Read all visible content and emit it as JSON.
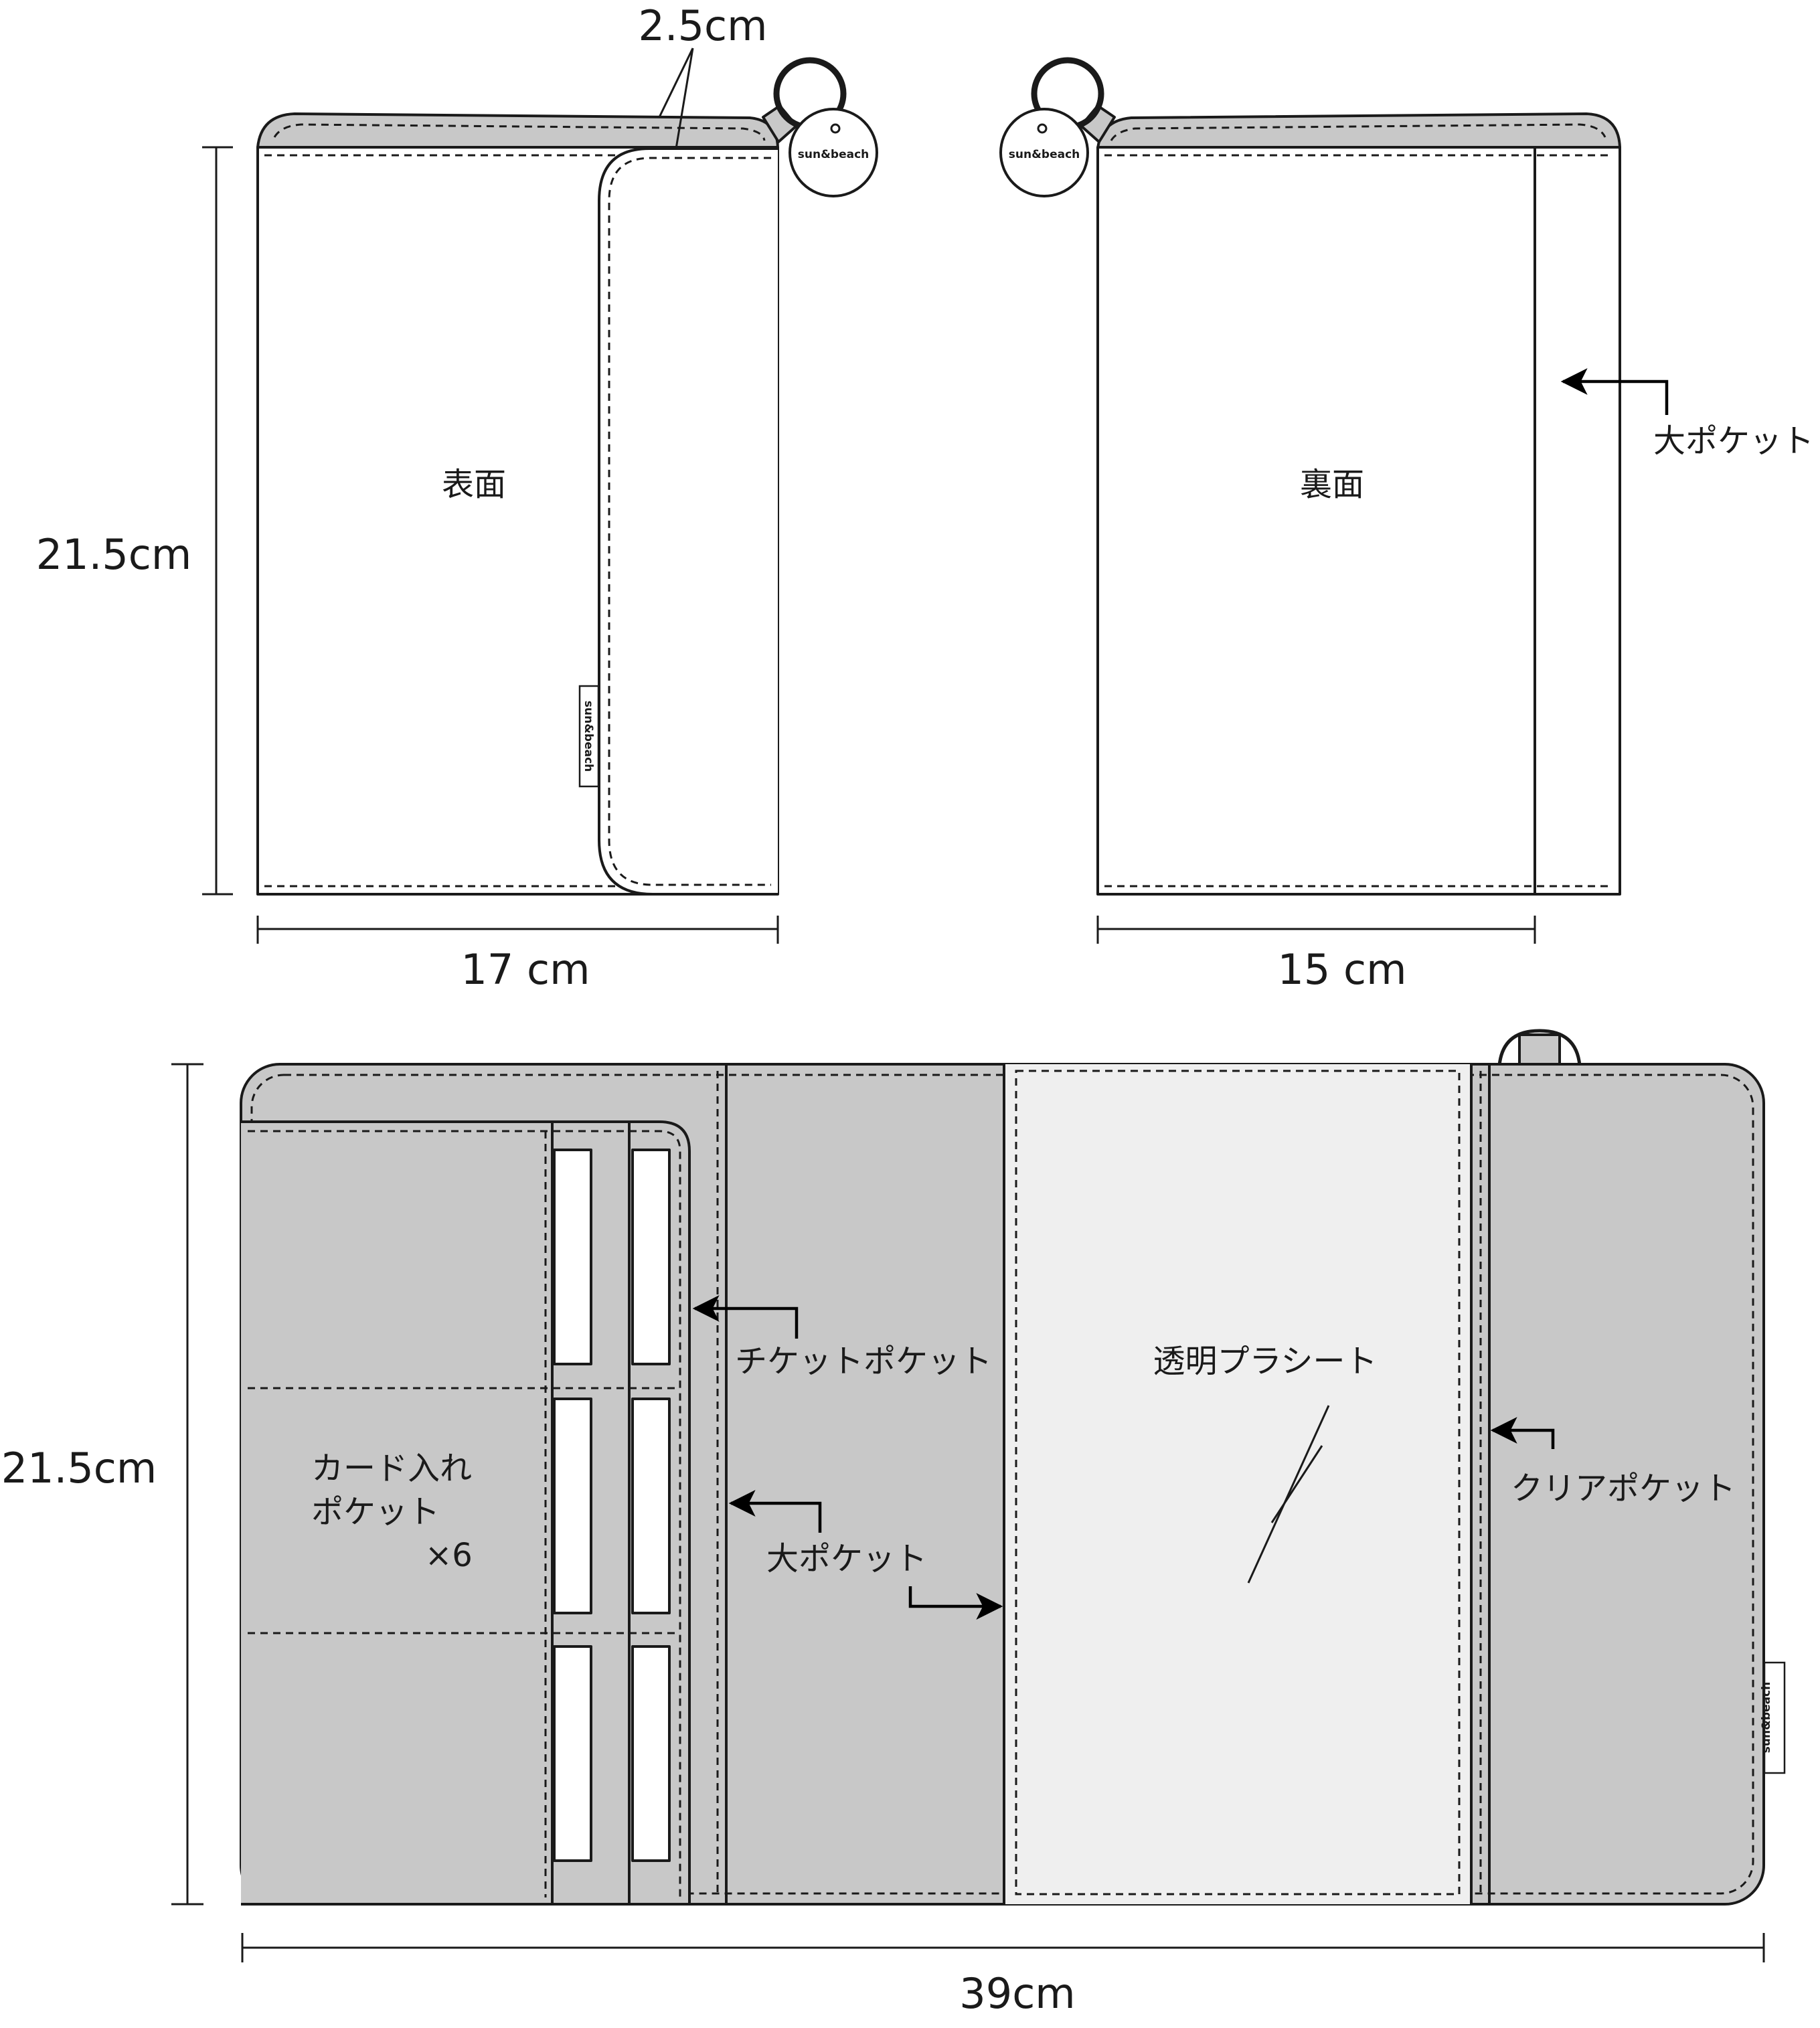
{
  "dimensions": {
    "top_gusset": "2.5cm",
    "front_height": "21.5cm",
    "front_width": "17 cm",
    "back_width": "15 cm",
    "open_height": "21.5cm",
    "open_width": "39cm"
  },
  "labels": {
    "front": "表面",
    "back": "裏面",
    "back_pocket": "大ポケット",
    "ticket_pocket": "チケットポケット",
    "card_pocket_line1": "カード入れ",
    "card_pocket_line2": "ポケット",
    "card_pocket_count": "×6",
    "inner_large_pocket": "大ポケット",
    "clear_sheet": "透明プラシート",
    "clear_pocket": "クリアポケット"
  },
  "brand_tag": "sun&beach"
}
